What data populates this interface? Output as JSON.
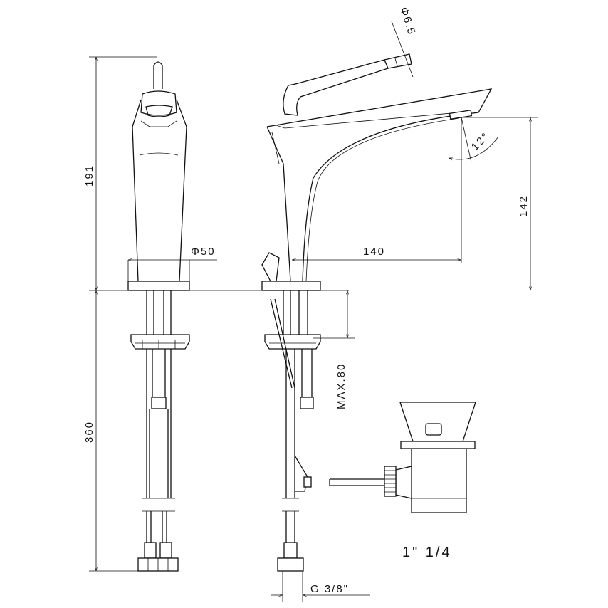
{
  "drawing": {
    "title": "Faucet technical drawing",
    "dimensions": {
      "total_height_above": "191",
      "base_diameter": "Φ50",
      "spout_reach": "140",
      "spout_height": "142",
      "handle_diameter": "Φ6.5",
      "spout_angle": "12°",
      "hose_length": "360",
      "max_deck_thickness": "MAX.80",
      "drain_size": "1\"  1/4",
      "connection_thread": "G 3/8\""
    }
  }
}
